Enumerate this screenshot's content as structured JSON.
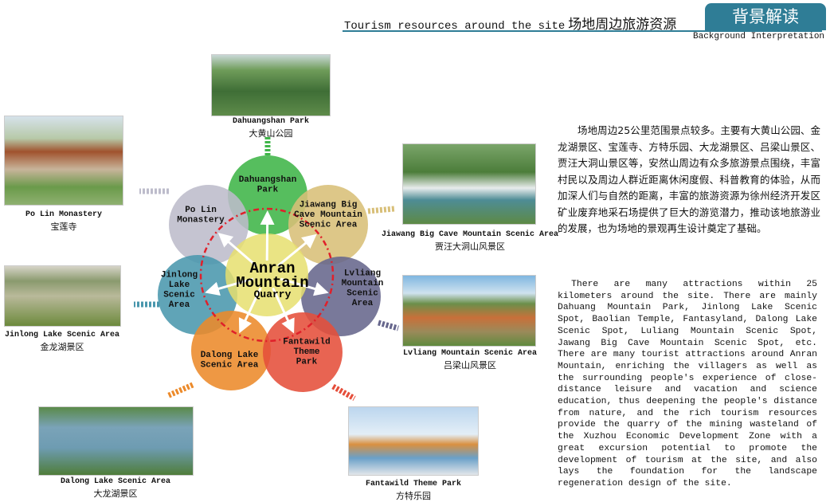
{
  "header": {
    "title_en": "Tourism resources around the site",
    "title_zh": "场地周边旅游资源",
    "badge": "背景解读",
    "subtitle": "Background Interpretation"
  },
  "diagram": {
    "center": [
      "Anran",
      "Mountain",
      "Quarry"
    ],
    "petals": [
      {
        "id": "dahuangshan",
        "lines": [
          "Dahuangshan",
          "Park"
        ],
        "color": "#3fb548"
      },
      {
        "id": "polin",
        "lines": [
          "Po Lin",
          "Monastery"
        ],
        "color": "#bdbccb"
      },
      {
        "id": "jiawang",
        "lines": [
          "Jiawang Big",
          "Cave Mountain",
          "Scenic Area"
        ],
        "color": "#d8bf78"
      },
      {
        "id": "jinlong",
        "lines": [
          "Jinlong",
          "Lake",
          "Scenic",
          "Area"
        ],
        "color": "#4a97ad"
      },
      {
        "id": "lvliang",
        "lines": [
          "Lvliang",
          "Mountain",
          "Scenic",
          "Area"
        ],
        "color": "#66668c"
      },
      {
        "id": "dalong",
        "lines": [
          "Dalong Lake",
          "Scenic Area"
        ],
        "color": "#ec8a2a"
      },
      {
        "id": "fantawild",
        "lines": [
          "Fantawild",
          "Theme",
          "Park"
        ],
        "color": "#e54e3a"
      }
    ],
    "center_color": "#e6df6e"
  },
  "photos": [
    {
      "id": "dahuangshan",
      "en": "Dahuangshan Park",
      "zh": "大黄山公园"
    },
    {
      "id": "polin",
      "en": "Po Lin Monastery",
      "zh": "宝莲寺"
    },
    {
      "id": "jiawang",
      "en": "Jiawang Big Cave Mountain Scenic Area",
      "zh": "贾汪大洞山风景区"
    },
    {
      "id": "jinlong",
      "en": "Jinlong Lake Scenic Area",
      "zh": "金龙湖景区"
    },
    {
      "id": "lvliang",
      "en": "Lvliang Mountain Scenic Area",
      "zh": "吕梁山风景区"
    },
    {
      "id": "dalong",
      "en": "Dalong Lake Scenic Area",
      "zh": "大龙湖景区"
    },
    {
      "id": "fantawild",
      "en": "Fantawild Theme Park",
      "zh": "方特乐园"
    }
  ],
  "text": {
    "zh": "场地周边25公里范围景点较多。主要有大黄山公园、金龙湖景区、宝莲寺、方特乐园、大龙湖景区、吕梁山景区、贾汪大洞山景区等，安然山周边有众多旅游景点围绕，丰富村民以及周边人群近距离休闲度假、科普教育的体验，从而加深人们与自然的距离，丰富的旅游资源为徐州经济开发区矿业废弃地采石场提供了巨大的游览潜力，推动该地旅游业的发展，也为场地的景观再生设计奠定了基础。",
    "en": "There are many attractions within 25 kilometers around the site. There are mainly Dahuang Mountain Park, Jinlong Lake Scenic Spot, Baolian Temple, Fantasyland, Dalong Lake Scenic Spot, Luliang Mountain Scenic Spot, Jawang Big Cave Mountain Scenic Spot, etc. There are many tourist attractions around Anran Mountain, enriching the villagers as well as the surrounding people's experience of close-distance leisure and vacation and science education, thus deepening the people's distance from nature, and the rich tourism resources provide the quarry of the mining wasteland of the Xuzhou Economic Development Zone with a great excursion potential to promote the development of tourism at the site, and also lays the foundation for the landscape regeneration design of the site."
  }
}
